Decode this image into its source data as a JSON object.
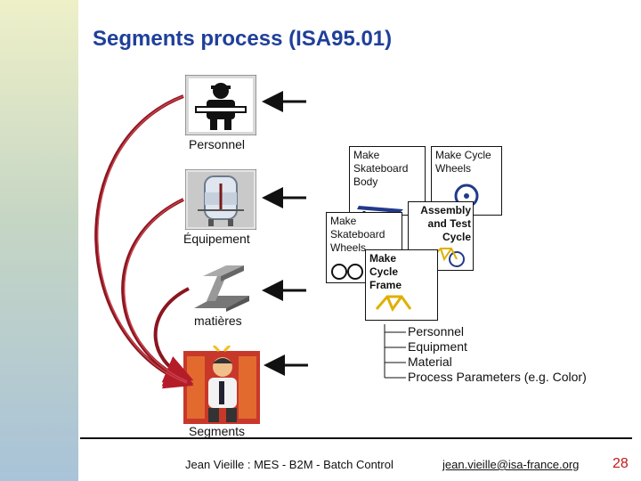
{
  "title": "Segments process (ISA95.01)",
  "resources": {
    "personnel": "Personnel",
    "equipement": "Équipement",
    "matieres": "matières",
    "segments": "Segments"
  },
  "segment_cards": {
    "make_body": "Make Skateboard Body",
    "make_wheels_cycle": "Make Cycle Wheels",
    "make_wheels_skate": "Make Skateboard Wheels",
    "assembly": "Assembly and Test Cycle",
    "make_frame": "Make Cycle Frame"
  },
  "attributes": [
    "Personnel",
    "Equipment",
    "Material",
    "Process Parameters (e.g. Color)"
  ],
  "footer": {
    "author": "Jean Vieille : MES - B2M - Batch Control",
    "email": "jean.vieille@isa-france.org",
    "page": "28"
  },
  "colors": {
    "title": "#1f3f9a",
    "arrow": "#b51c2a",
    "page_number": "#c21818"
  }
}
